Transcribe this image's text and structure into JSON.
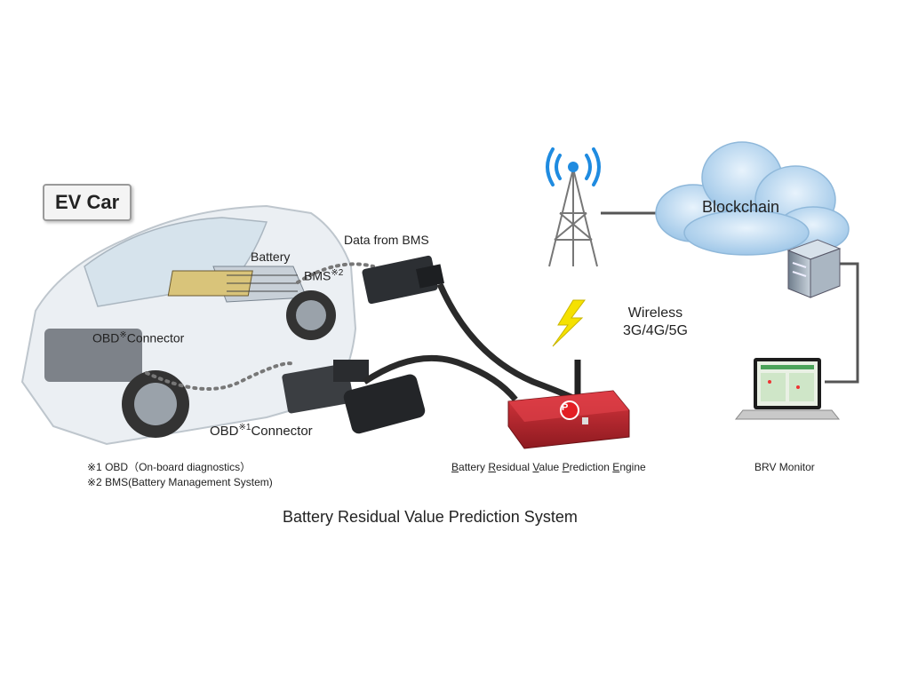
{
  "ev_car_label": "EV Car",
  "battery_label": "Battery",
  "bms_label": "BMS",
  "bms_mark": "※2",
  "data_from_bms": "Data from BMS",
  "obd_connector_top": {
    "prefix": "OBD",
    "mark": "※",
    "suffix": "Connector"
  },
  "obd_connector_bottom": {
    "prefix": "OBD",
    "mark": "※1",
    "suffix": "Connector"
  },
  "wireless": {
    "line1": "Wireless",
    "line2": "3G/4G/5G"
  },
  "blockchain": "Blockchain",
  "engine_label": [
    {
      "first": "B",
      "rest": "attery "
    },
    {
      "first": "R",
      "rest": "esidual "
    },
    {
      "first": "V",
      "rest": "alue "
    },
    {
      "first": "P",
      "rest": "rediction "
    },
    {
      "first": "E",
      "rest": "ngine"
    }
  ],
  "monitor_label": "BRV Monitor",
  "footnote1": "※1  OBD（On-board diagnostics）",
  "footnote2": "※2  BMS(Battery Management System)",
  "system_title": "Battery Residual Value Prediction System",
  "device_badge": "P",
  "colors": {
    "device_red": "#c8262f",
    "cloud_blue": "#bcd9f0",
    "signal_blue": "#1f8be0",
    "lightning": "#f5e100"
  }
}
